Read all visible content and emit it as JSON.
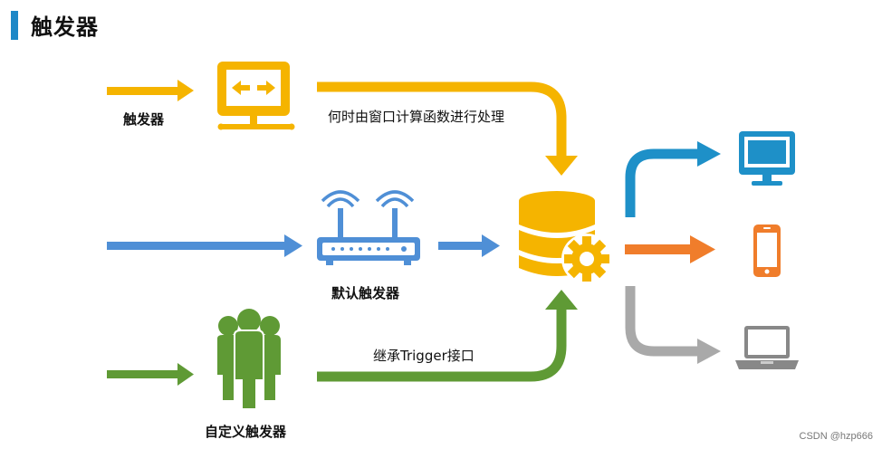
{
  "header": {
    "title": "触发器"
  },
  "labels": {
    "trigger": "触发器",
    "window_text": "何时由窗口计算函数进行处理",
    "default_trigger": "默认触发器",
    "inherit_text": "继承Trigger接口",
    "custom_trigger": "自定义触发器"
  },
  "colors": {
    "accent": "#1e88c7",
    "yellow": "#f5b400",
    "blue": "#4f8fd6",
    "green": "#5f9a35",
    "teal": "#1e90c8",
    "orange": "#f07d2b",
    "gray": "#a9a9a9"
  },
  "icons": [
    "computer-arrows-icon",
    "router-icon",
    "people-group-icon",
    "database-gear-icon",
    "monitor-icon",
    "phone-icon",
    "laptop-icon"
  ],
  "watermark": "CSDN @hzp666"
}
